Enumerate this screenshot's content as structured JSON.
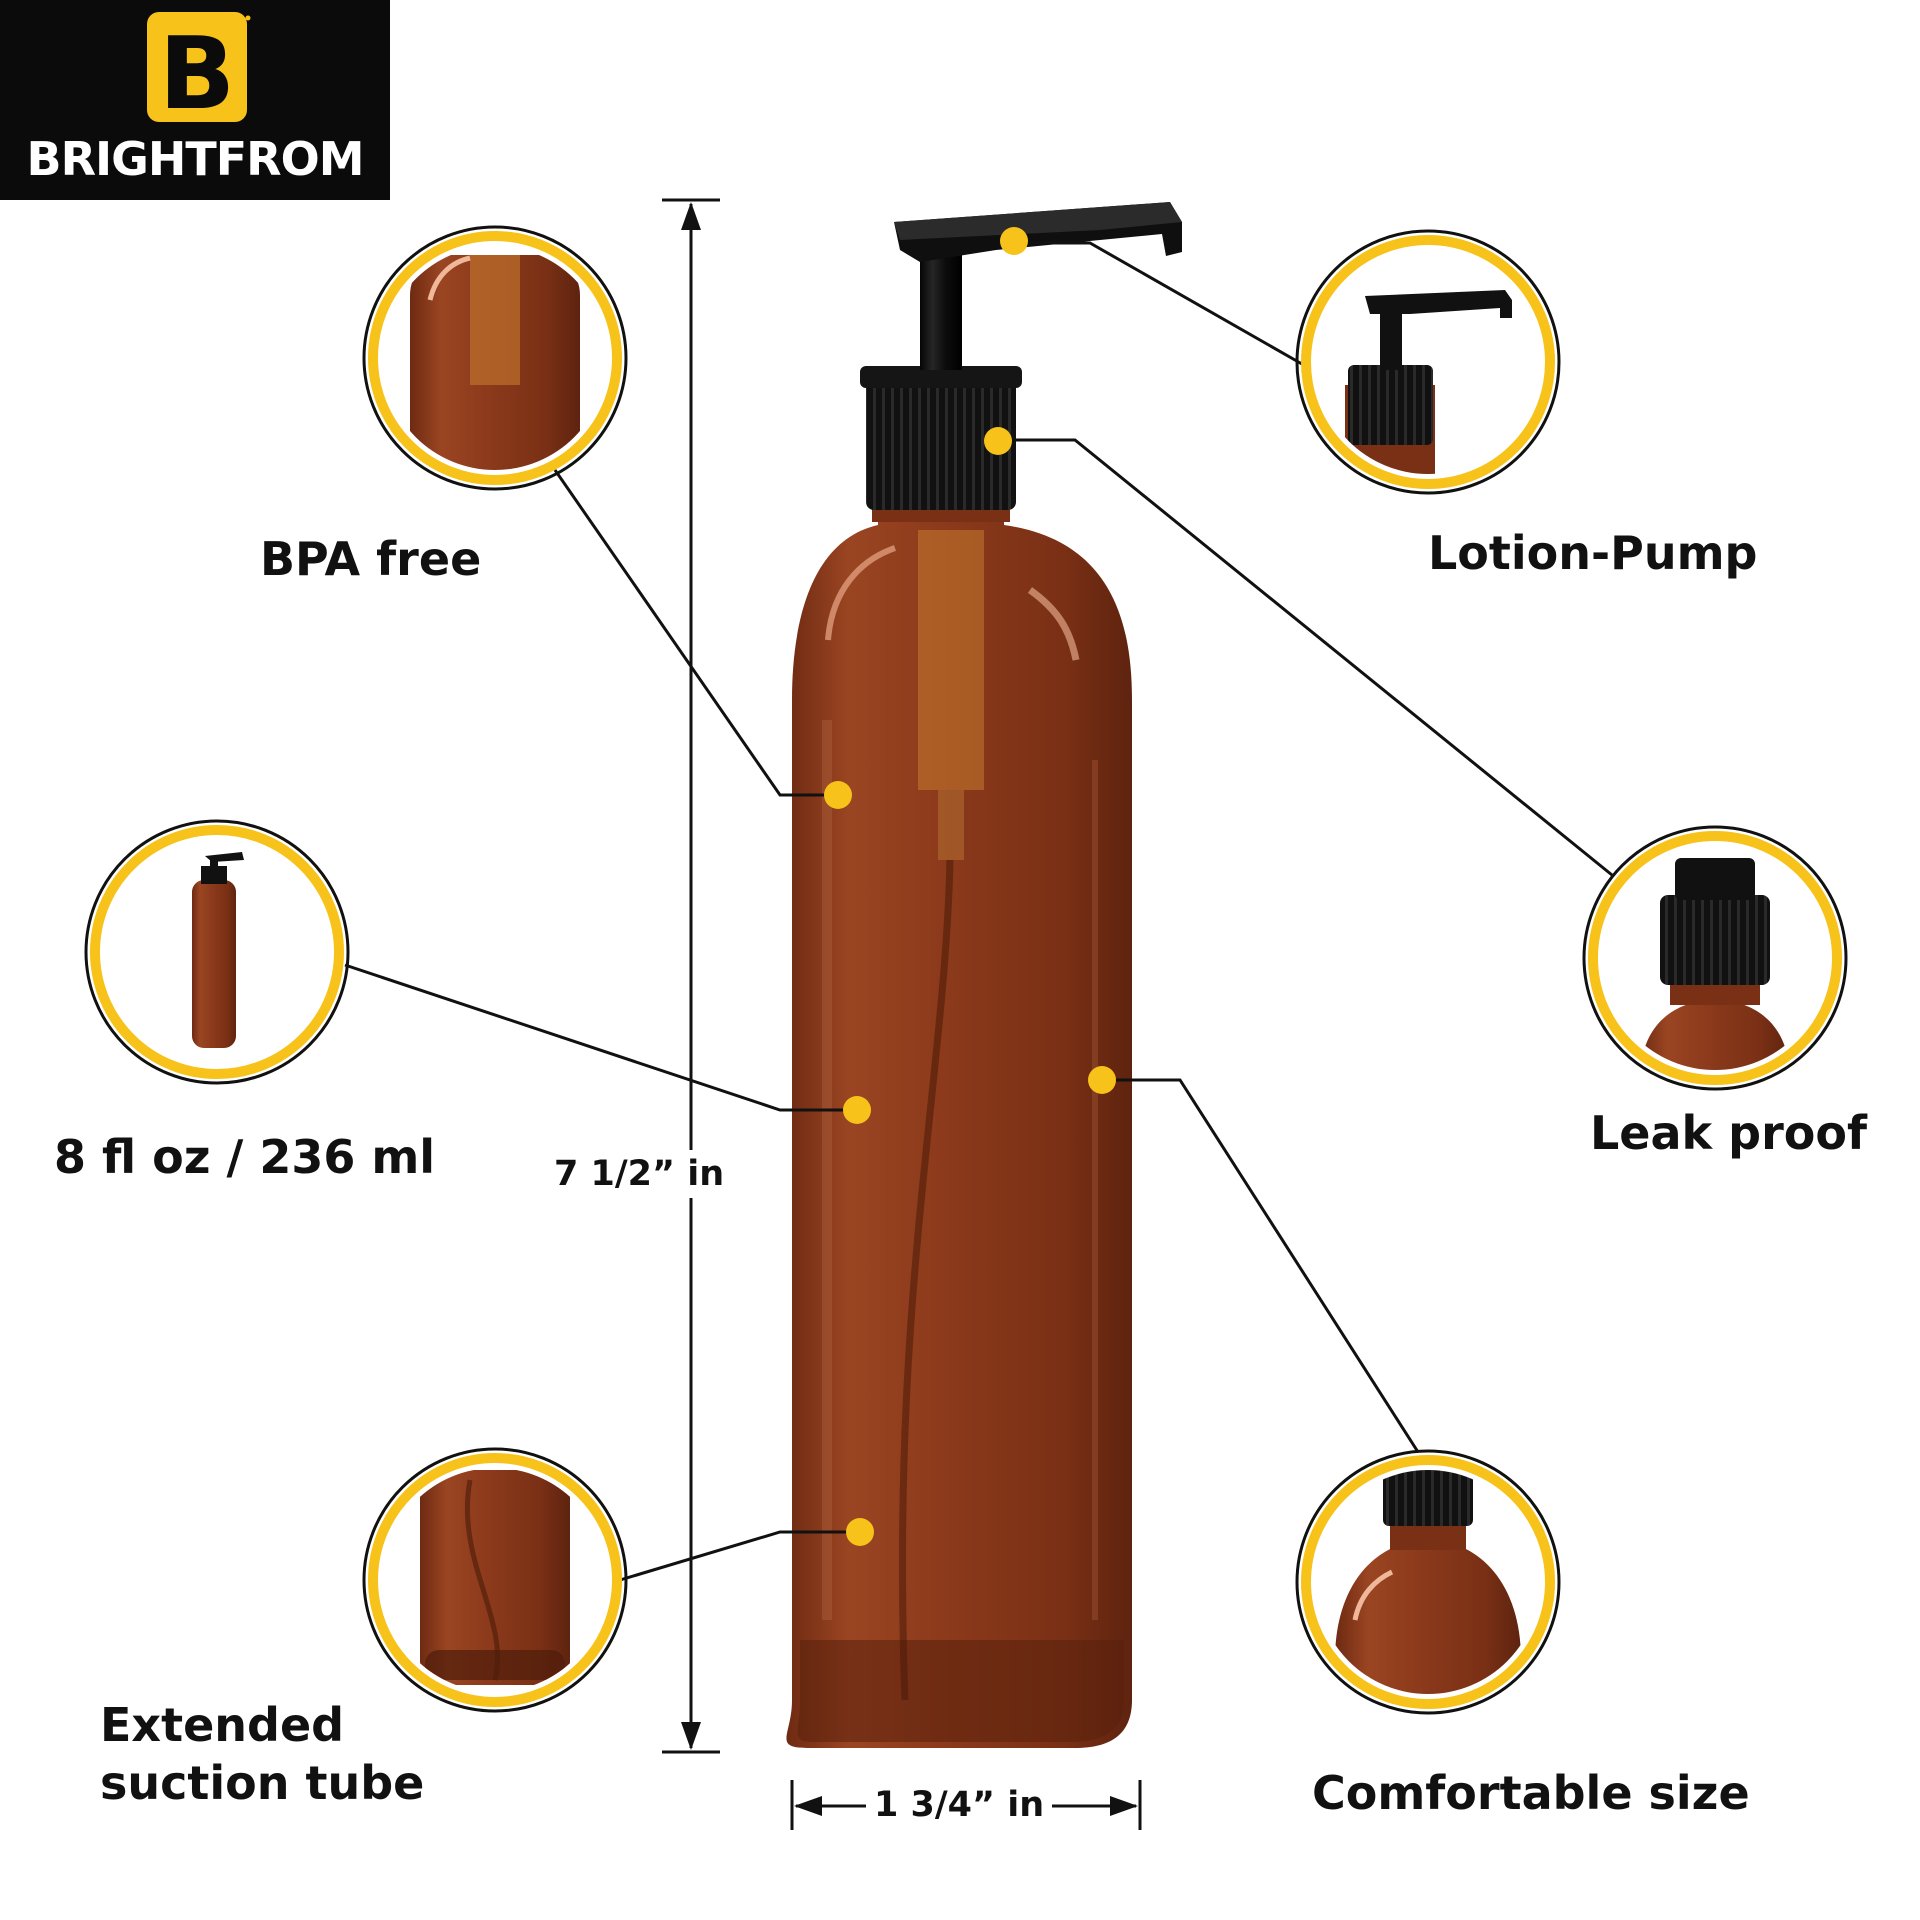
{
  "brand": {
    "name": "BRIGHTFROM",
    "logo_letter": "B",
    "colors": {
      "accent": "#f7c21a",
      "dark": "#0b0b0b"
    }
  },
  "features": {
    "bpa_free": "BPA free",
    "capacity": "8 fl oz / 236 ml",
    "suction_tube": "Extended\nsuction tube",
    "lotion_pump": "Lotion-Pump",
    "leak_proof": "Leak proof",
    "comfortable_size": "Comfortable size"
  },
  "dimensions": {
    "height": "7 1/2” in",
    "width": "1 3/4” in"
  },
  "colors": {
    "bottle_amber": "#8a3a1a",
    "pump_black": "#111111",
    "callout_yellow": "#f7c21a"
  }
}
